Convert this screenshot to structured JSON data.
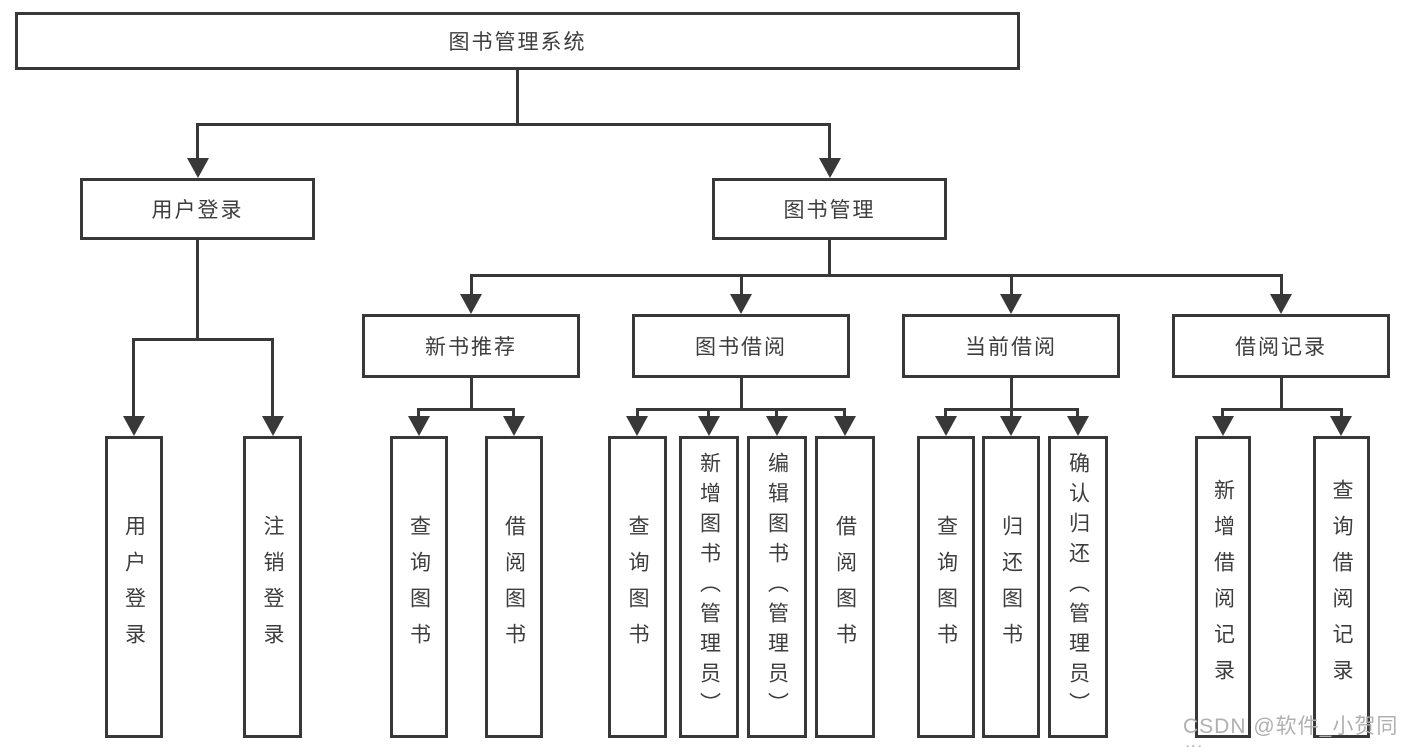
{
  "watermark": "CSDN @软件_小贺同学",
  "colors": {
    "line": "#383838",
    "text": "#3d3d3d",
    "background": "#ffffff",
    "watermark_color": "#b0b0b0"
  },
  "tree": {
    "root": "图书管理系统",
    "children": [
      {
        "label": "用户登录",
        "leaves": [
          "用户登录",
          "注销登录"
        ]
      },
      {
        "label": "图书管理",
        "children": [
          {
            "label": "新书推荐",
            "leaves": [
              "查询图书",
              "借阅图书"
            ]
          },
          {
            "label": "图书借阅",
            "leaves": [
              "查询图书",
              "新增图书（管理员）",
              "编辑图书（管理员）",
              "借阅图书"
            ]
          },
          {
            "label": "当前借阅",
            "leaves": [
              "查询图书",
              "归还图书",
              "确认归还（管理员）"
            ]
          },
          {
            "label": "借阅记录",
            "leaves": [
              "新增借阅记录",
              "查询借阅记录"
            ]
          }
        ]
      }
    ]
  }
}
